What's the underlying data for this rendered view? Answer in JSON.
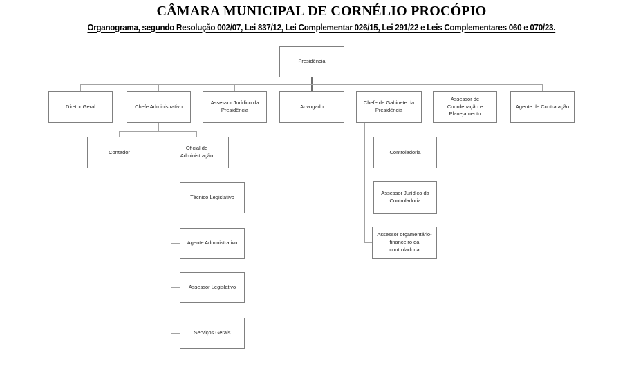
{
  "header": {
    "title": "CÂMARA MUNICIPAL DE CORNÉLIO PROCÓPIO",
    "subtitle": "Organograma, segundo Resolução 002/07, Lei 837/12, Lei Complementar 026/15, Lei 291/22 e Leis Complementares 060 e 070/23."
  },
  "org_chart": {
    "nodes": {
      "presidencia": "Presidência",
      "diretor_geral": "Diretor Geral",
      "chefe_administrativo": "Chefe Administrativo",
      "assessor_juridico_presidencia": "Assessor Jurídico da\nPresidência",
      "advogado": "Advogado",
      "chefe_gabinete_presidencia": "Chefe de Gabinete da\nPresidência",
      "assessor_coordenacao_planejamento": "Assessor de\nCoordenação e\nPlanejamento",
      "agente_contratacao": "Agente de Contratação",
      "contador": "Contador",
      "oficial_administracao": "Oficial de\nAdministração",
      "tecnico_legislativo": "Técnico Legislativo",
      "agente_administrativo": "Agente Administrativo",
      "assessor_legislativo": "Assessor Legislativo",
      "servicos_gerais": "Serviços Gerais",
      "controladoria": "Controladoria",
      "assessor_juridico_controladoria": "Assessor Jurídico da\nControladoria",
      "assessor_orcamentario_financeiro": "Assessor orçamentário-\nfinanceiro da\ncontroladoria"
    },
    "hierarchy": [
      {
        "parent": "Presidência",
        "children": [
          "Diretor Geral",
          "Chefe Administrativo",
          "Assessor Jurídico da Presidência",
          "Advogado",
          "Chefe de Gabinete da Presidência",
          "Assessor de Coordenação e Planejamento",
          "Agente de Contratação"
        ]
      },
      {
        "parent": "Chefe Administrativo",
        "children": [
          "Contador",
          "Oficial de Administração"
        ]
      },
      {
        "parent": "Oficial de Administração",
        "children": [
          "Técnico Legislativo",
          "Agente Administrativo",
          "Assessor Legislativo",
          "Serviços Gerais"
        ]
      },
      {
        "parent": "Chefe de Gabinete da Presidência",
        "children": [
          "Controladoria",
          "Assessor Jurídico da Controladoria",
          "Assessor orçamentário-financeiro da controladoria"
        ]
      }
    ]
  },
  "colors": {
    "background": "#ffffff",
    "box_border": "#808080",
    "connector": "#a3a3a3",
    "connector_dark": "#6e6e6e",
    "text": "#262626",
    "title_text": "#000000"
  }
}
